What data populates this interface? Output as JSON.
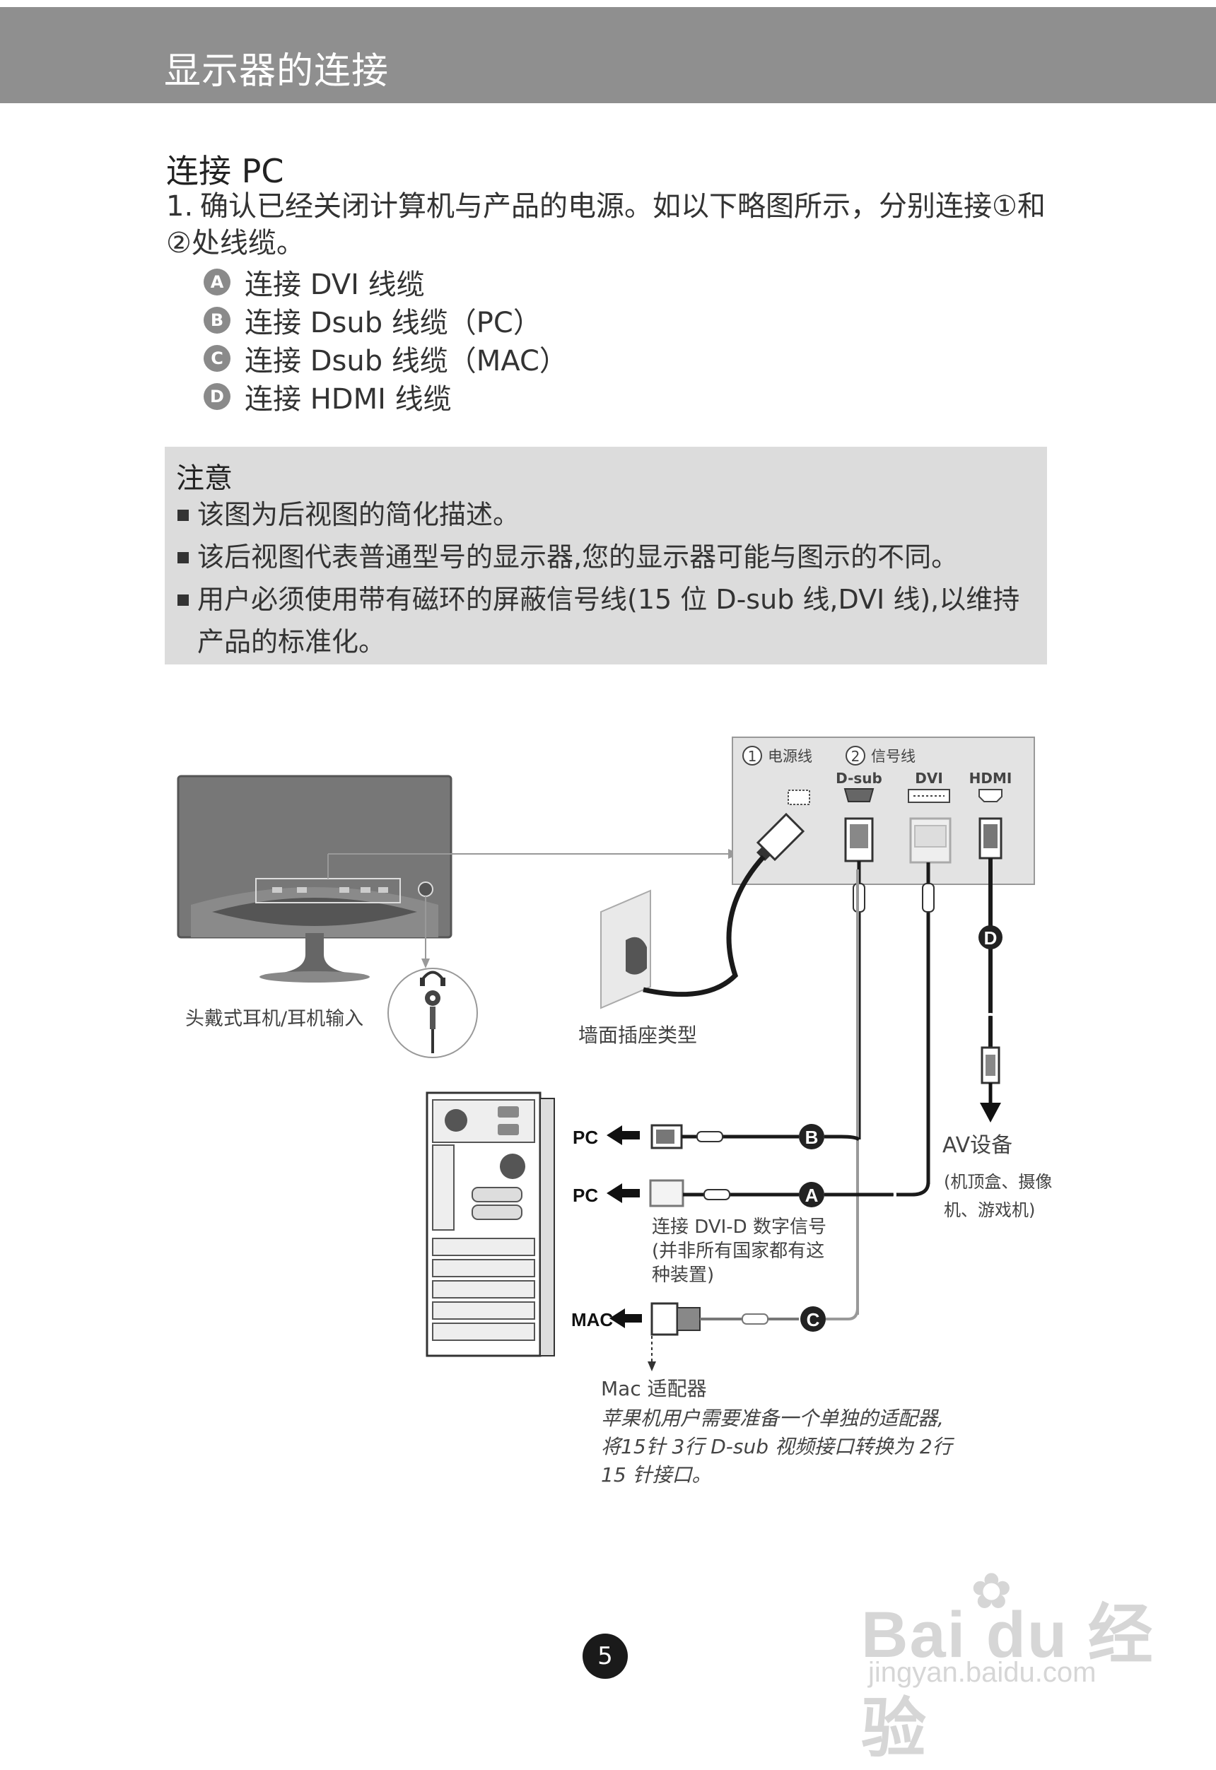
{
  "header": {
    "title": "显示器的连接"
  },
  "section": {
    "title": "连接 PC"
  },
  "step1": {
    "number": "1.",
    "text": "确认已经关闭计算机与产品的电源。如以下略图所示，分别连接①和②处线缆。"
  },
  "options": [
    {
      "badge": "A",
      "label": "连接 DVI 线缆"
    },
    {
      "badge": "B",
      "label": "连接 Dsub 线缆（PC）"
    },
    {
      "badge": "C",
      "label": "连接 Dsub 线缆（MAC）"
    },
    {
      "badge": "D",
      "label": "连接 HDMI 线缆"
    }
  ],
  "note": {
    "title": "注意",
    "items": [
      "该图为后视图的简化描述。",
      "该后视图代表普通型号的显示器,您的显示器可能与图示的不同。",
      "用户必须使用带有磁环的屏蔽信号线(15 位 D-sub 线,DVI 线),以维持产品的标准化。"
    ]
  },
  "diagram": {
    "panel": {
      "power_num": "1",
      "power_label": "电源线",
      "signal_num": "2",
      "signal_label": "信号线",
      "port_dsub": "D-sub",
      "port_dvi": "DVI",
      "port_hdmi": "HDMI"
    },
    "headphone_label": "头戴式耳机/耳机输入",
    "wall_outlet_label": "墙面插座类型",
    "pc_label_1": "PC",
    "pc_label_2": "PC",
    "mac_label": "MAC",
    "badges": {
      "a": "A",
      "b": "B",
      "c": "C",
      "d": "D"
    },
    "dvi_caption": [
      "连接 DVI-D 数字信号",
      "(并非所有国家都有这",
      "种装置)"
    ],
    "av_title": "AV设备",
    "av_caption": [
      "(机顶盒、摄像",
      "机、游戏机)"
    ],
    "mac_adapter_title": "Mac 适配器",
    "mac_adapter_text": [
      "苹果机用户需要准备一个单独的适配器,",
      "将15针 3行 D-sub 视频接口转换为 2行",
      "15 针接口。"
    ]
  },
  "page_number": "5",
  "watermark": {
    "text": "Bai du 经验",
    "url": "jingyan.baidu.com"
  }
}
